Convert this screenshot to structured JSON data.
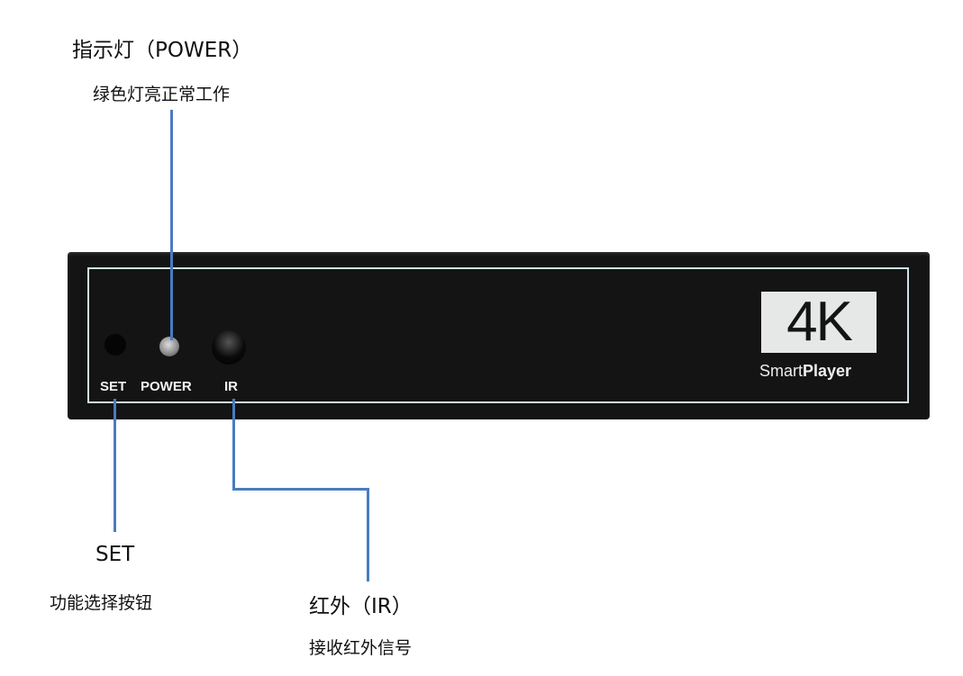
{
  "callouts": {
    "power": {
      "title": "指示灯（POWER）",
      "desc": "绿色灯亮正常工作"
    },
    "set": {
      "title": "SET",
      "desc": "功能选择按钮"
    },
    "ir": {
      "title": "红外（IR）",
      "desc": "接收红外信号"
    }
  },
  "device": {
    "labels": {
      "set": "SET",
      "power": "POWER",
      "ir": "IR"
    },
    "logo": {
      "badge": "4K",
      "brand_light": "Smart",
      "brand_bold": "Player"
    }
  },
  "colors": {
    "leader_line": "#4a7bc0",
    "device_body": "#141414",
    "frame": "#cfe2e6"
  }
}
